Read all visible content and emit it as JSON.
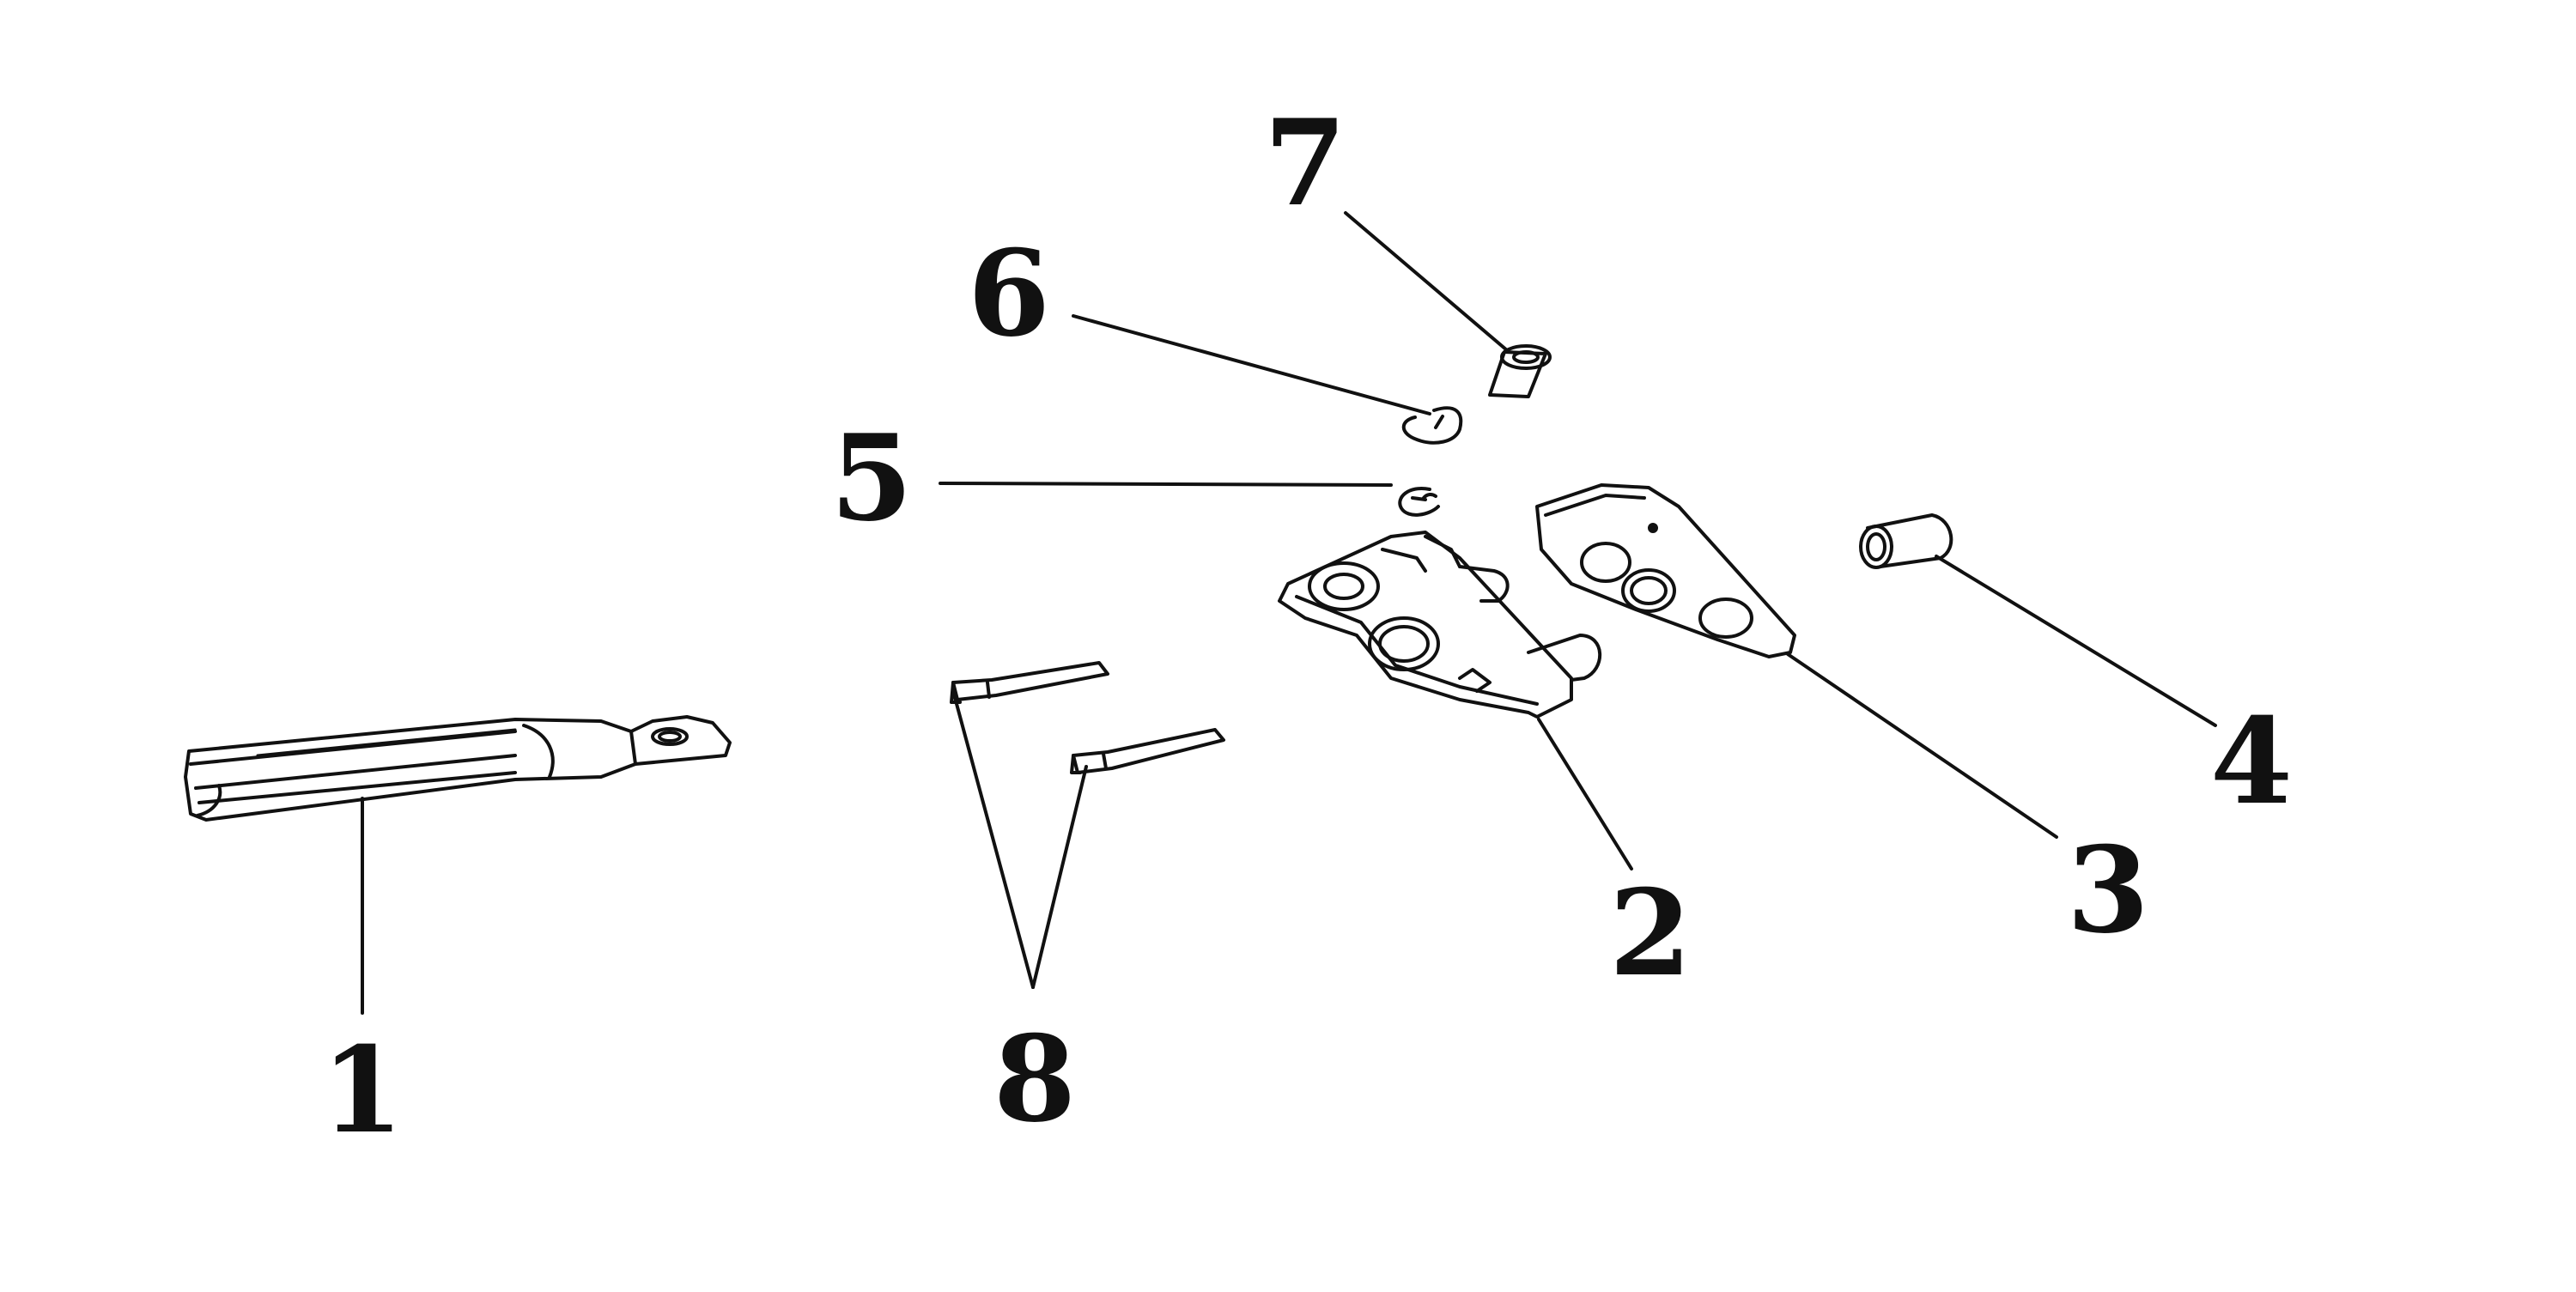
{
  "diagram": {
    "type": "exploded-parts-diagram",
    "line_color": "#111111",
    "background": "#ffffff",
    "callouts": [
      {
        "label": "1",
        "part": "footpeg"
      },
      {
        "label": "2",
        "part": "footpeg-mount"
      },
      {
        "label": "3",
        "part": "mount-plate"
      },
      {
        "label": "4",
        "part": "bushing"
      },
      {
        "label": "5",
        "part": "e-clip"
      },
      {
        "label": "6",
        "part": "spring-clip"
      },
      {
        "label": "7",
        "part": "pivot-pin"
      },
      {
        "label": "8",
        "part": "bolts"
      }
    ]
  }
}
